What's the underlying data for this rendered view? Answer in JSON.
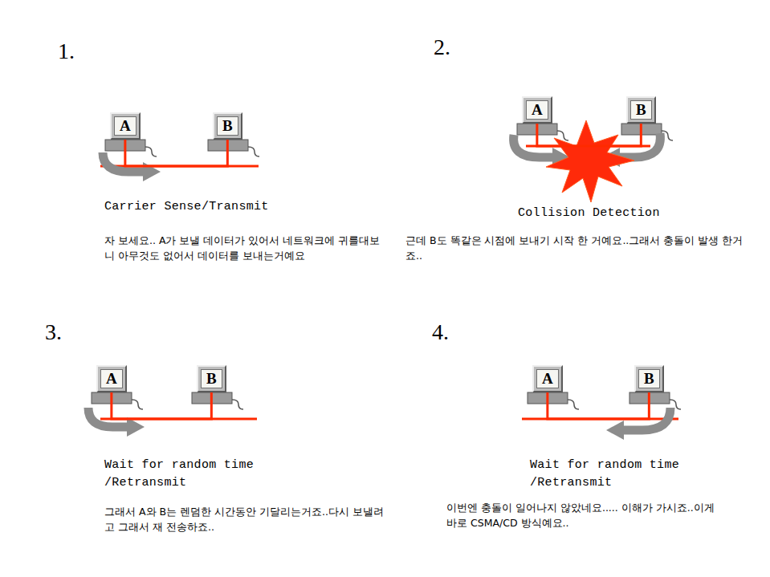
{
  "diagram": {
    "nodes": [
      {
        "text": [
          "A"
        ]
      },
      {
        "text": [
          "B"
        ]
      },
      {
        "text": [
          "A"
        ]
      },
      {
        "text": [
          "B"
        ]
      },
      {
        "text": [
          "A"
        ]
      },
      {
        "text": [
          "B"
        ]
      },
      {
        "text": [
          "A"
        ]
      },
      {
        "text": [
          "B"
        ]
      }
    ],
    "edges": [
      {
        "from": 0,
        "to": 1,
        "arrow": "none"
      },
      {
        "from": 2,
        "to": 3,
        "arrow": "none"
      },
      {
        "from": 4,
        "to": 5,
        "arrow": "none"
      },
      {
        "from": 6,
        "to": 7,
        "arrow": "none"
      }
    ],
    "labels": [
      "1.",
      "Carrier Sense/Transmit",
      "자 보세요.. A가 보낼 데이터가 있어서 네트워크에 귀를대보니 아무것도 없어서 데이터를 보내는거예요",
      "2.",
      "Collision Detection",
      "근데 B도 똑같은 시점에 보내기 시작 한 거예요..그래서 충돌이 발생 한거죠..",
      "3.",
      "Wait for random time /Retransmit",
      "그래서 A와 B는 렌덤한 시간동안 기달리는거죠..다시 보낼려고 그래서 재 전송하죠..",
      "4.",
      "Wait for random time /Retransmit",
      "이번엔 충돌이 일어나지 않았네요..... 이해가 가시죠..이게 바로 CSMA/CD 방식예요.."
    ]
  }
}
